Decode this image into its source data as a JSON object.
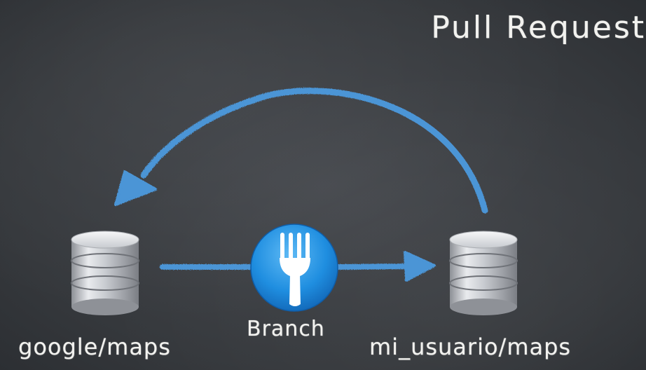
{
  "title": "Pull Request",
  "nodes": {
    "source_repo": "google/maps",
    "fork_repo": "mi_usuario/maps",
    "branch": "Branch"
  },
  "colors": {
    "arrow": "#4b95d6",
    "fork_badge": "#1f8ee0",
    "chalk": "#f2f2ef"
  },
  "icons": {
    "source_repo": "database-icon",
    "fork_repo": "database-icon",
    "branch": "fork-icon"
  }
}
